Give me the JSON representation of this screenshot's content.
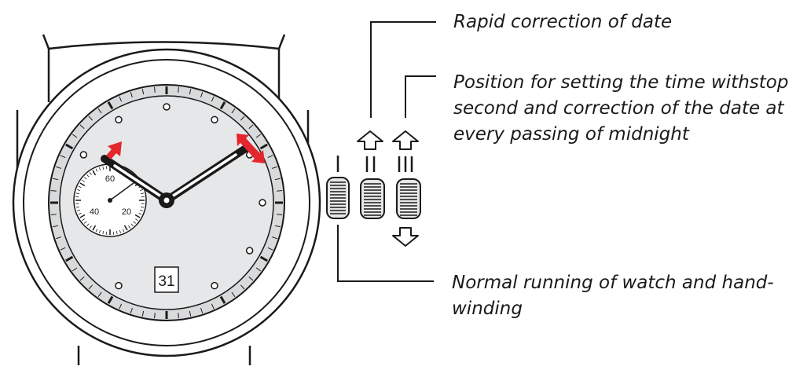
{
  "colors": {
    "outline": "#1a1a1a",
    "dial": "#e6e7e8",
    "ring": "#d9dadb",
    "accent": "#e4262d"
  },
  "watch": {
    "subdial_labels": [
      "60",
      "40",
      "20"
    ],
    "date_window": "31"
  },
  "crown_positions": [
    {
      "marker": "I"
    },
    {
      "marker": "II"
    },
    {
      "marker": "III"
    }
  ],
  "callouts": {
    "rapid_date": "Rapid correction of date",
    "time_setting": [
      "Position for setting the time withstop",
      "second and correction of the date at",
      "every passing of midnight"
    ],
    "normal_running": [
      "Normal running of watch and hand-",
      "winding"
    ]
  }
}
